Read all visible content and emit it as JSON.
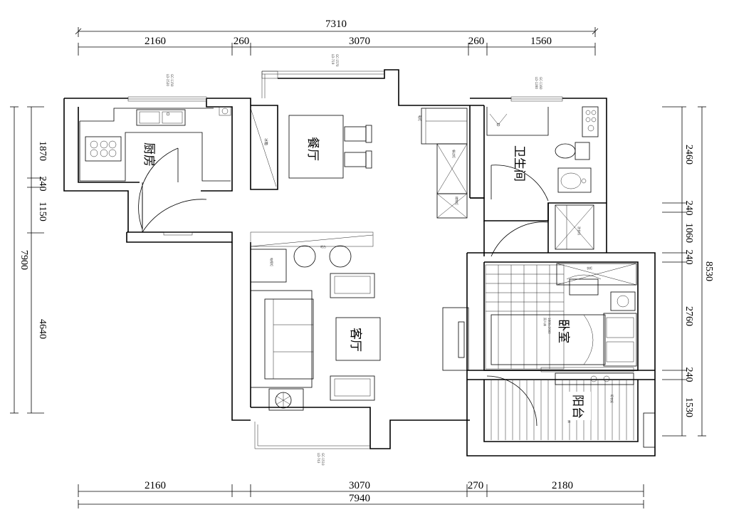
{
  "dimensions": {
    "top_total": "7310",
    "top_segments": [
      "2160",
      "260",
      "3070",
      "260",
      "1560"
    ],
    "bottom_total": "7940",
    "bottom_segments": [
      "2160",
      "3070",
      "270",
      "2180"
    ],
    "left_total": "7900",
    "left_segments": [
      "1870",
      "240",
      "1150",
      "4640"
    ],
    "right_total": "8530",
    "right_segments": [
      "2460",
      "240",
      "1060",
      "240",
      "2760",
      "240",
      "1530"
    ]
  },
  "rooms": {
    "kitchen": "厨房",
    "dining": "餐厅",
    "bathroom": "卫生间",
    "living": "客厅",
    "bedroom": "卧室",
    "balcony": "阳台"
  },
  "window_codes": {
    "kitchen": [
      "LD-1520",
      "GC-1150"
    ],
    "dining": [
      "LD-719",
      "GC-1570"
    ],
    "bathroom": [
      "LD-1280",
      "GC-1160"
    ],
    "living": [
      "LD-743",
      "GC-1510"
    ]
  },
  "annotations": {
    "fridge": "冰箱",
    "shoe_cabinet": "鞋柜",
    "sideboard": "餐边柜",
    "storage": "储物柜",
    "washer": "洗衣机",
    "tv_cabinet": "电视柜",
    "bar_stool": "吧台",
    "wardrobe": "衣柜",
    "bed": "床",
    "balcony_note": "晾衣架",
    "bed_spec_1": "双人床",
    "bed_spec_2": "1800x2000"
  }
}
